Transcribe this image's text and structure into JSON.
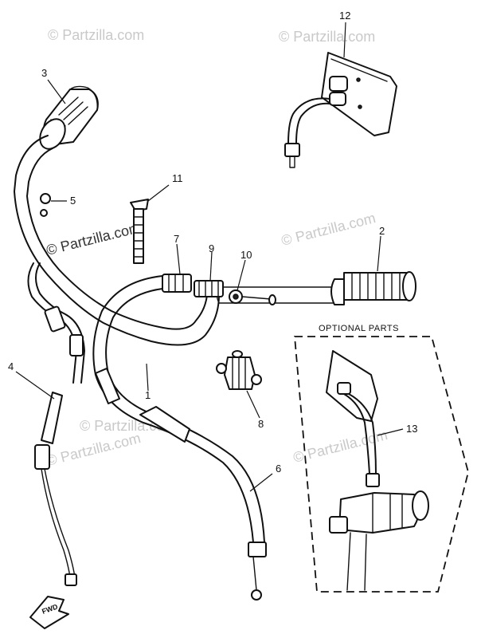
{
  "watermarks": [
    "© Partzilla.com",
    "© Partzilla.com",
    "© Partzilla.com",
    "© Partzilla.com",
    "© Partzilla.com",
    "© Partzilla.com",
    "© Partzilla.com"
  ],
  "optional_parts_label": "OPTIONAL PARTS",
  "forward_arrow_label": "FWD",
  "callouts": {
    "c1": "1",
    "c2": "2",
    "c3": "3",
    "c4": "4",
    "c5": "5",
    "c6": "6",
    "c7": "7",
    "c8": "8",
    "c9": "9",
    "c10": "10",
    "c11": "11",
    "c12": "12",
    "c13": "13"
  },
  "colors": {
    "line": "#111111",
    "watermark": "#c9c9c9",
    "background": "#ffffff"
  }
}
